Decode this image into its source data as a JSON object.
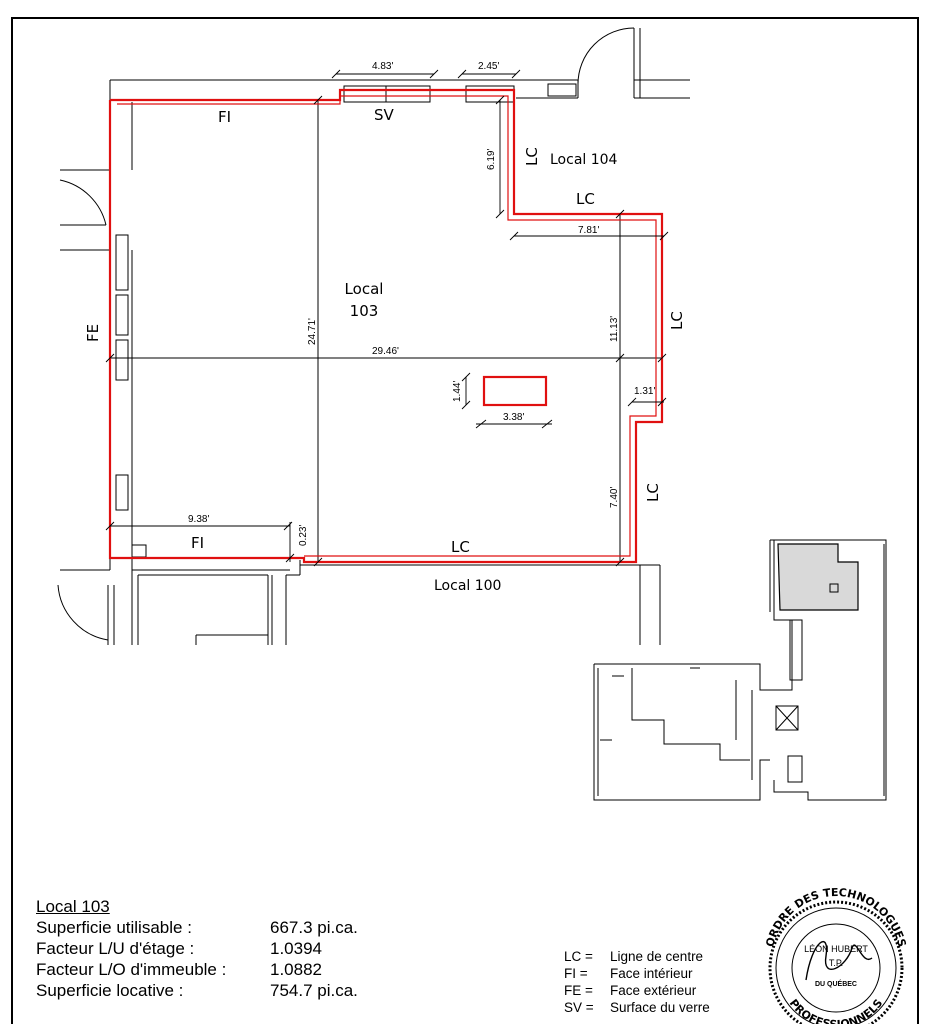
{
  "plan": {
    "room_name": "Local",
    "room_number": "103",
    "neighbors": {
      "north_east": "Local 104",
      "south": "Local 100"
    },
    "face_tags": {
      "top_left": "FI",
      "top_glass": "SV",
      "left": "FE",
      "bottom_left": "FI",
      "bottom": "LC",
      "right_upper": "LC",
      "right_lower": "LC",
      "notch_top": "LC",
      "notch_side": "LC"
    },
    "dimensions": {
      "top_window_1": "4.83'",
      "top_window_2": "2.45'",
      "notch_depth": "6.19'",
      "notch_width": "7.81'",
      "total_width": "29.46'",
      "total_depth": "24.71'",
      "right_upper": "11.13'",
      "right_lower": "7.40'",
      "jog": "1.31'",
      "column_w": "3.38'",
      "column_h": "1.44'",
      "bottom_left_w": "9.38'",
      "bottom_left_jog": "0.23'"
    },
    "colors": {
      "boundary": "#e01010",
      "line": "#000000",
      "keyplan_fill": "#d9d9d9"
    }
  },
  "info": {
    "title": "Local 103",
    "rows": [
      {
        "label": "Superficie utilisable :",
        "value": "667.3 pi.ca."
      },
      {
        "label": "Facteur L/U d'étage :",
        "value": "1.0394"
      },
      {
        "label": "Facteur L/O d'immeuble :",
        "value": "1.0882"
      },
      {
        "label": "Superficie locative :",
        "value": "754.7 pi.ca."
      }
    ]
  },
  "legend": [
    {
      "code": "LC =",
      "text": "Ligne de centre"
    },
    {
      "code": "FI =",
      "text": "Face intérieur"
    },
    {
      "code": "FE =",
      "text": "Face extérieur"
    },
    {
      "code": "SV =",
      "text": "Surface du verre"
    }
  ],
  "seal": {
    "ring_top": "ORDRE DES TECHNOLOGUES",
    "ring_bottom": "PROFESSIONNELS",
    "name": "LÉON HUBERT",
    "title": "T.P.",
    "region": "DU QUÉBEC"
  }
}
